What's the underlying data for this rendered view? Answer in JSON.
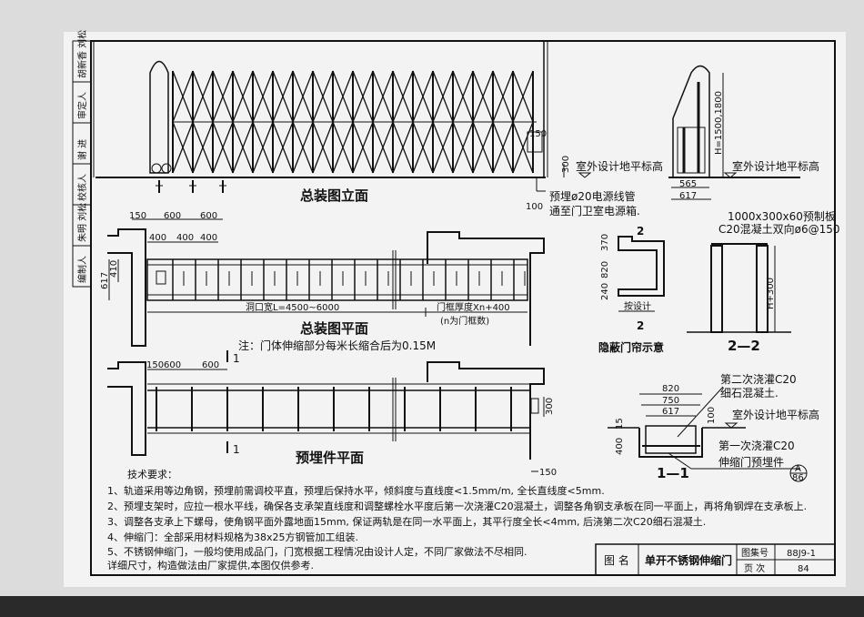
{
  "sidebar_signatures": [
    "编制人",
    "朱明 刘松",
    "校核人",
    "谢 进",
    "审定人",
    "胡新香 刘松"
  ],
  "elevation": {
    "title": "总装图立面",
    "dim_150": "150",
    "dim_300": "300",
    "dim_100": "100",
    "ground_label_left": "室外设计地平标高",
    "ground_label_right": "室外设计地平标高",
    "conduit_note_1": "预埋ø20电源线管",
    "conduit_note_2": "通至门卫室电源箱.",
    "height_label": "H=1500,1800",
    "dim_565": "565",
    "dim_617": "617"
  },
  "plan": {
    "title": "总装图平面",
    "note": "注：门体伸缩部分每米长缩合后为0.15M",
    "dims_top": [
      "150",
      "600",
      "600"
    ],
    "dims_inner": [
      "400",
      "400",
      "400"
    ],
    "dim_617": "617",
    "dim_410": "410",
    "opening_width": "洞口宽L=4500~6000",
    "frame_thickness": "门框厚度Xn+400",
    "frame_count_note": "(n为门框数)"
  },
  "hidden_pit": {
    "title": "隐蔽门帘示意",
    "section_mark": "2",
    "dims": [
      "370",
      "820",
      "240"
    ],
    "by_design": "按设计"
  },
  "section_2_2": {
    "title": "2—2",
    "slab_note_1": "1000x300x60预制板",
    "slab_note_2": "C20混凝土双向ø6@150",
    "height_label": "H+300"
  },
  "embedded_plan": {
    "title": "预埋件平面",
    "section_mark": "1",
    "dims_top": [
      "150",
      "600",
      "600"
    ],
    "dim_300": "300",
    "dim_150": "150"
  },
  "section_1_1": {
    "title": "1—1",
    "dims_top": [
      "820",
      "750",
      "617"
    ],
    "dim_15": "15",
    "dim_400": "400",
    "dim_100": "100",
    "second_pour_1": "第二次浇灌C20",
    "second_pour_2": "细石混凝土.",
    "ground_label": "室外设计地平标高",
    "first_pour": "第一次浇灌C20",
    "embedded_part": "伸缩门预埋件",
    "ref_top": "A",
    "ref_bottom": "86"
  },
  "requirements": {
    "heading": "技术要求：",
    "items": [
      "1、轨道采用等边角钢，预埋前需调校平直，预埋后保持水平，倾斜度与直线度<1.5mm/m, 全长直线度<5mm.",
      "2、预埋支架时，应拉一根水平线，确保各支承架直线度和调整螺栓水平度后第一次浇灌C20混凝土，调整各角钢支承板在同一平面上，再将角钢焊在支承板上.",
      "3、调整各支承上下螺母，使角钢平面外露地面15mm, 保证两轨是在同一水平面上，其平行度全长<4mm, 后浇第二次C20细石混凝土.",
      "4、伸缩门：全部采用材料规格为38x25方钢管加工组装.",
      "5、不锈钢伸缩门，一般均使用成品门，门宽根据工程情况由设计人定，不同厂家做法不尽相同.",
      "   详细尺寸，构造做法由厂家提供,本图仅供参考."
    ]
  },
  "title_block": {
    "name_label": "图 名",
    "drawing_name": "单开不锈钢伸缩门",
    "atlas_label": "图集号",
    "atlas_no": "88J9-1",
    "page_label": "页 次",
    "page_no": "84"
  }
}
